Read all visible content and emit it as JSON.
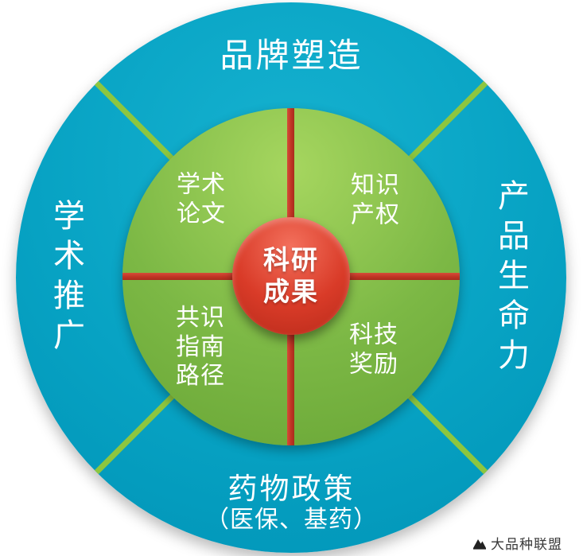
{
  "palette": {
    "outer_ring": "#07a2c3",
    "inner_ring": "#7cb845",
    "center_circle": "#d93b28",
    "divider_green": "#8dc63f",
    "divider_red": "#c03424",
    "label_text": "#ffffff",
    "watermark_text": "#3a3a3a",
    "background": "#ffffff"
  },
  "outer_ring": {
    "top_label": "品牌塑造",
    "right_label": "产品生命力",
    "bottom_label_line1": "药物政策",
    "bottom_label_line2": "（医保、基药）",
    "left_label": "学术推广"
  },
  "inner_ring": {
    "top_left": "学术\n论文",
    "top_right": "知识\n产权",
    "bottom_left": "共识\n指南\n路径",
    "bottom_right": "科技\n奖励"
  },
  "center": {
    "label": "科研\n成果"
  },
  "watermark": {
    "label": "大品种联盟"
  }
}
